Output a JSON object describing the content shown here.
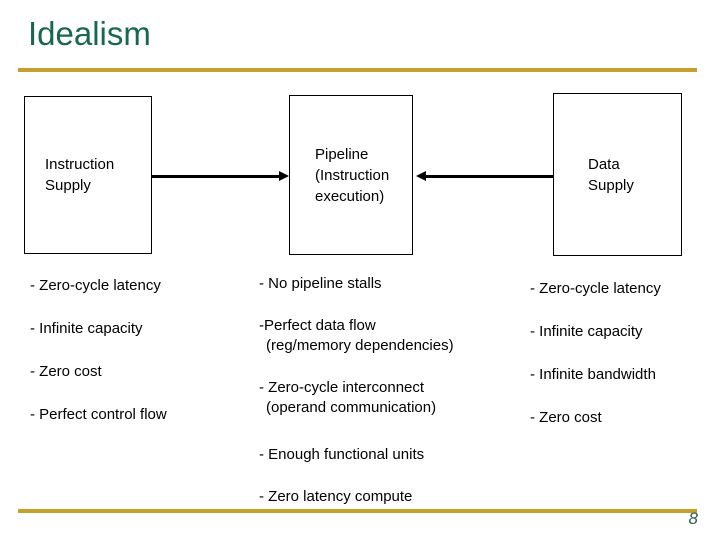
{
  "slide": {
    "title": "Idealism",
    "page_number": "8"
  },
  "colors": {
    "title_green": "#17684E",
    "rule_gold": "#C5A02E",
    "box_border": "#000000",
    "body_text": "#000000",
    "page_number": "#2F5D4A"
  },
  "diagram": {
    "boxes": [
      {
        "id": "instruction-supply",
        "lines": [
          "Instruction",
          "Supply"
        ]
      },
      {
        "id": "pipeline",
        "lines": [
          "Pipeline",
          "(Instruction",
          "execution)"
        ]
      },
      {
        "id": "data-supply",
        "lines": [
          "Data",
          "Supply"
        ]
      }
    ],
    "arrows": [
      {
        "from": "instruction-supply",
        "to": "pipeline",
        "direction": "right"
      },
      {
        "from": "data-supply",
        "to": "pipeline",
        "direction": "left"
      }
    ]
  },
  "columns": {
    "instruction_supply_ideals": [
      "- Zero-cycle latency",
      "- Infinite capacity",
      "- Zero cost",
      "- Perfect control flow"
    ],
    "pipeline_ideals": [
      {
        "lines": [
          "- No pipeline stalls"
        ]
      },
      {
        "lines": [
          "-Perfect data flow",
          "(reg/memory dependencies)"
        ]
      },
      {
        "lines": [
          "- Zero-cycle interconnect",
          "(operand communication)"
        ]
      },
      {
        "lines": [
          "- Enough functional units"
        ]
      },
      {
        "lines": [
          "- Zero latency compute"
        ]
      }
    ],
    "data_supply_ideals": [
      "- Zero-cycle latency",
      "- Infinite capacity",
      "- Infinite bandwidth",
      "- Zero cost"
    ]
  }
}
